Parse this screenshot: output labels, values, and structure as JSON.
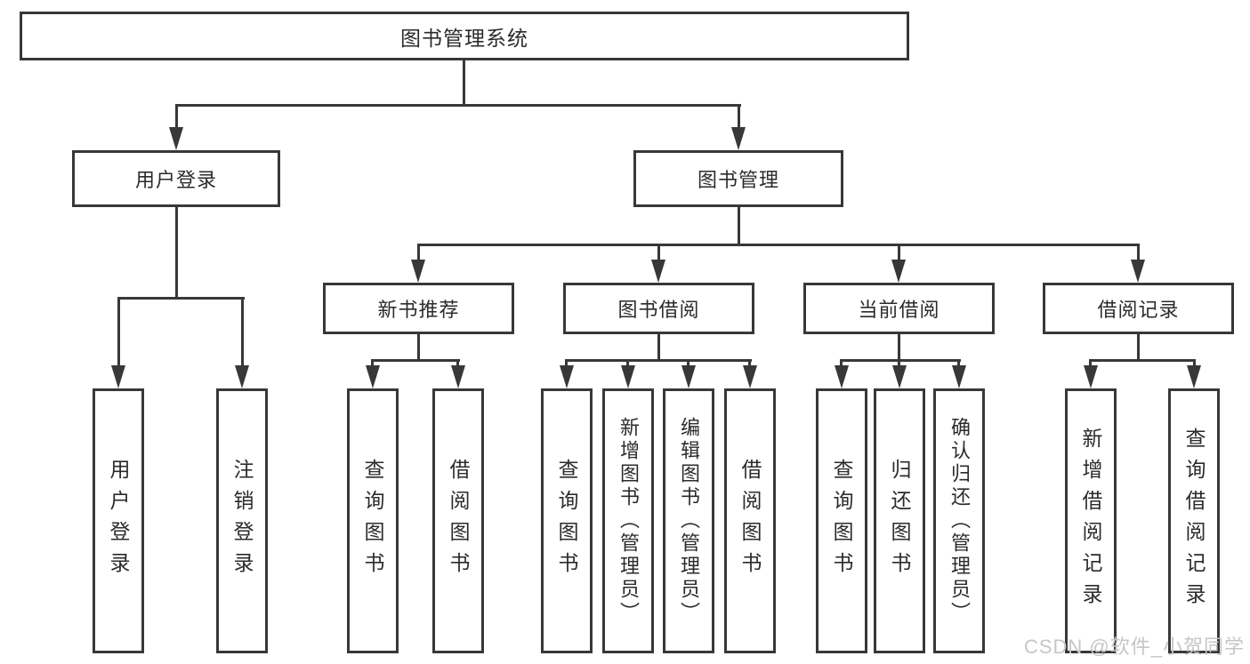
{
  "diagram": {
    "root": {
      "label": "图书管理系统"
    },
    "level2": [
      {
        "label": "用户登录"
      },
      {
        "label": "图书管理"
      }
    ],
    "level3": [
      {
        "label": "新书推荐"
      },
      {
        "label": "图书借阅"
      },
      {
        "label": "当前借阅"
      },
      {
        "label": "借阅记录"
      }
    ],
    "groups": [
      {
        "parent": "用户登录",
        "children": [
          "用户登录",
          "注销登录"
        ]
      },
      {
        "parent": "新书推荐",
        "children": [
          "查询图书",
          "借阅图书"
        ]
      },
      {
        "parent": "图书借阅",
        "children": [
          "查询图书",
          "新增图书（管理员）",
          "编辑图书（管理员）",
          "借阅图书"
        ]
      },
      {
        "parent": "当前借阅",
        "children": [
          "查询图书",
          "归还图书",
          "确认归还（管理员）"
        ]
      },
      {
        "parent": "借阅记录",
        "children": [
          "新增借阅记录",
          "查询借阅记录"
        ]
      }
    ]
  },
  "watermark": {
    "text": "CSDN @软件_小贺同学"
  },
  "colors": {
    "line": "#383838",
    "text": "#2b2b2b",
    "background": "#ffffff",
    "watermark": "#c6c6c6"
  }
}
